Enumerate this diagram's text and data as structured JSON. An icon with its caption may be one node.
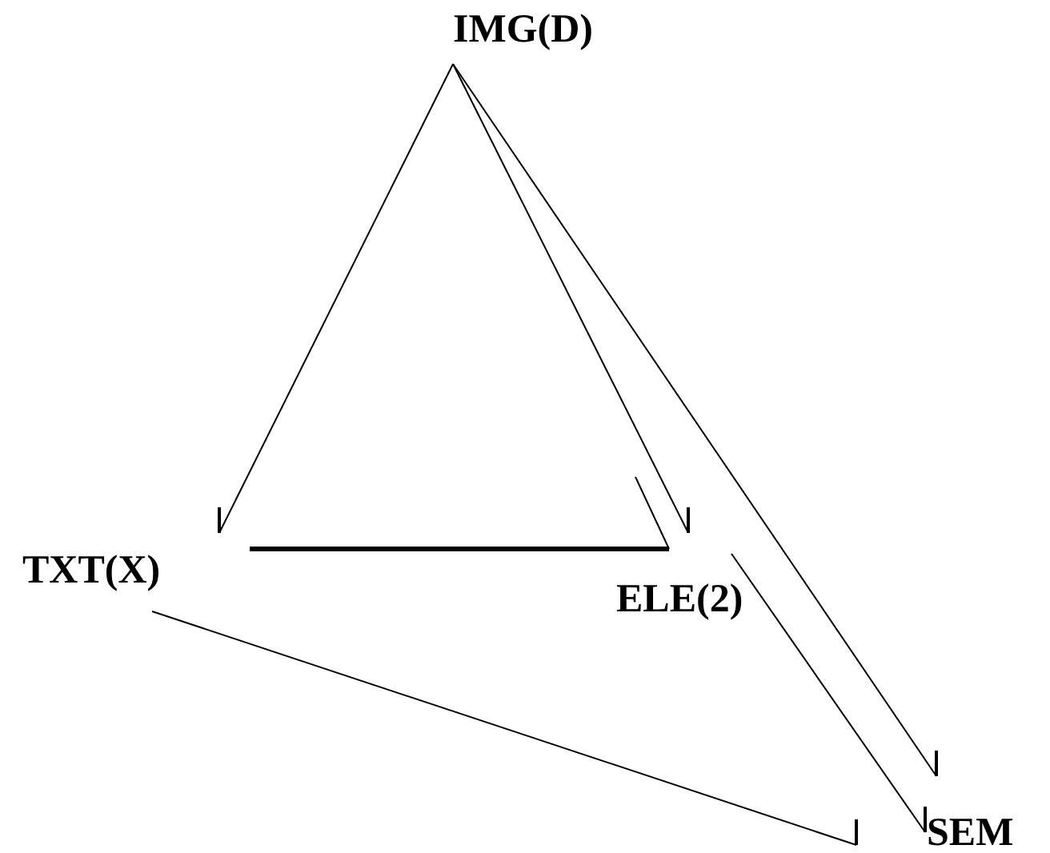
{
  "diagram": {
    "nodes": [
      {
        "text": [
          "IMG(D)"
        ]
      },
      {
        "text": [
          "TXT(X)"
        ]
      },
      {
        "text": [
          "ELE(2)"
        ]
      },
      {
        "text": [
          "SEM"
        ]
      }
    ],
    "edges": [
      {
        "from": 0,
        "to": 1,
        "arrow": "other"
      },
      {
        "from": 0,
        "to": 2,
        "arrow": "other"
      },
      {
        "from": 1,
        "to": 2,
        "arrow": "none",
        "style": "thick"
      },
      {
        "from": 0,
        "to": 3,
        "arrow": "other"
      },
      {
        "from": 2,
        "to": 3,
        "arrow": "other"
      },
      {
        "from": 1,
        "to": 3,
        "arrow": "other"
      }
    ]
  }
}
